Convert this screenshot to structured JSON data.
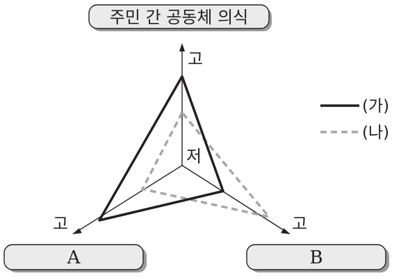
{
  "axes": {
    "top": {
      "title": "주민 간 공동체 의식",
      "high_label": "고"
    },
    "left": {
      "title": "A",
      "high_label": "고"
    },
    "right": {
      "title": "B",
      "high_label": "고"
    },
    "center_label": "저"
  },
  "legend": {
    "ga": {
      "label": "(가)",
      "line_style": "solid",
      "color": "#231f20"
    },
    "na": {
      "label": "(나)",
      "line_style": "dashed",
      "color": "#a7a7a7"
    }
  }
}
